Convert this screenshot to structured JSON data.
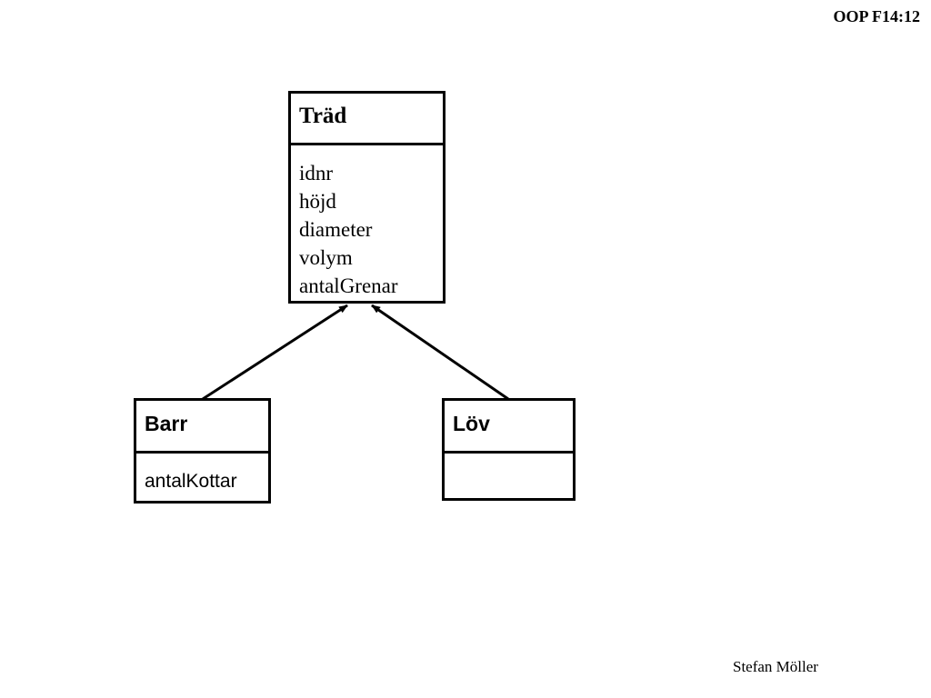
{
  "header": {
    "slide_label": "OOP F14:12"
  },
  "footer": {
    "author": "Stefan Möller"
  },
  "diagram": {
    "classes": {
      "trad": {
        "name": "Träd",
        "attributes": [
          "idnr",
          "höjd",
          "diameter",
          "volym",
          "antalGrenar"
        ]
      },
      "barr": {
        "name": "Barr",
        "attributes": [
          "antalKottar"
        ]
      },
      "lov": {
        "name": "Löv",
        "attributes": []
      }
    },
    "relations": [
      {
        "type": "inheritance",
        "from": "Barr",
        "to": "Träd"
      },
      {
        "type": "inheritance",
        "from": "Löv",
        "to": "Träd"
      }
    ]
  }
}
